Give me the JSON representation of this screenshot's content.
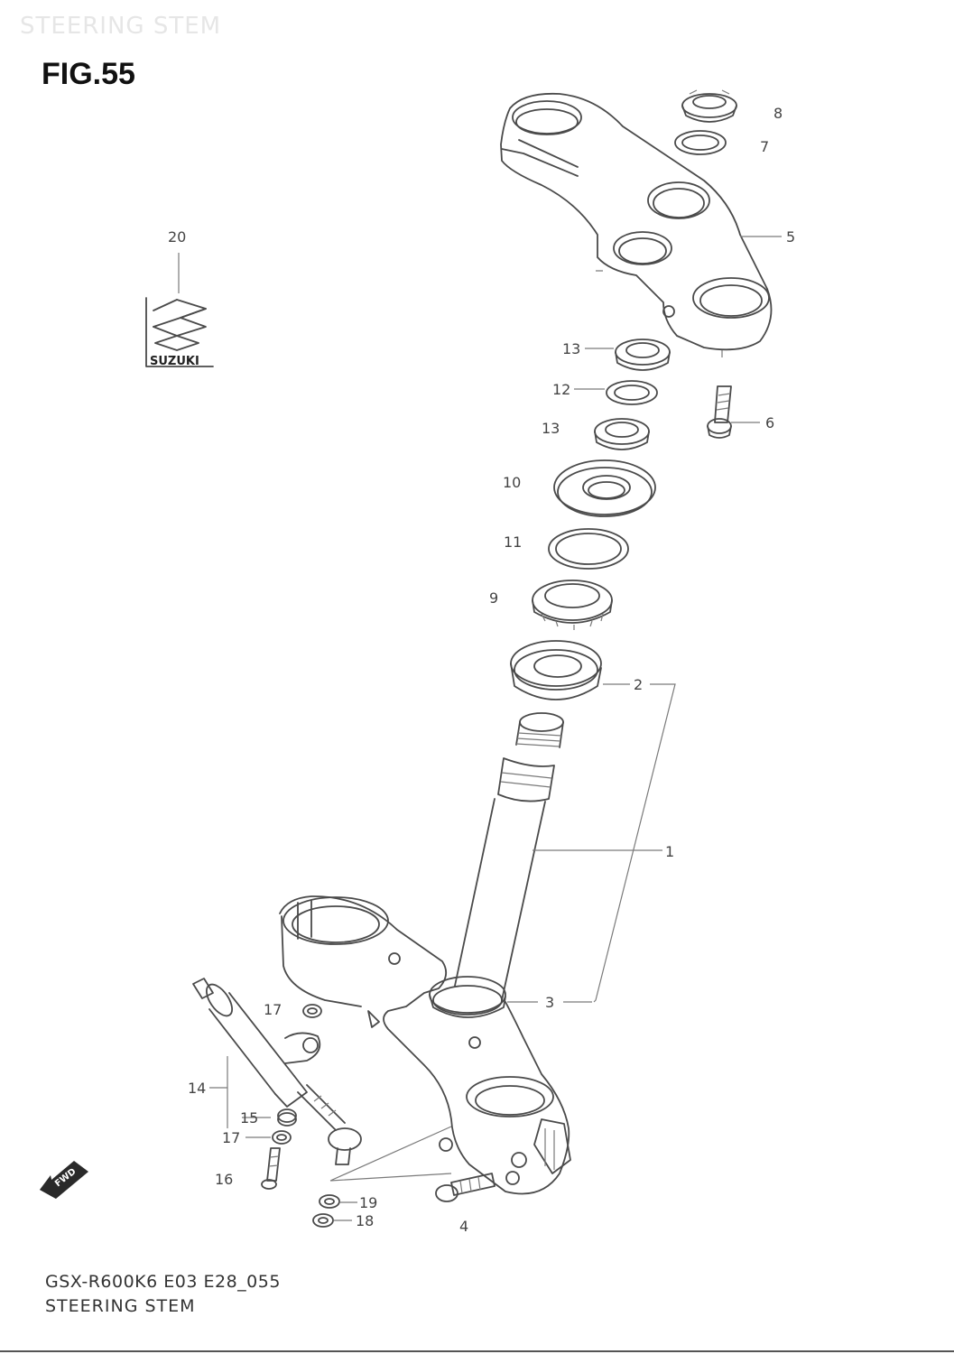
{
  "header": {
    "watermark": "STEERING STEM",
    "figure": "FIG.55"
  },
  "footer": {
    "model_code": "GSX-R600K6 E03 E28_055",
    "caption": "STEERING STEM"
  },
  "emblem": {
    "brand": "SUZUKI",
    "icon": "suzuki-s-logo-icon"
  },
  "fwd_icon": "fwd-arrow-icon",
  "callouts": [
    {
      "id": "c1",
      "text": "1"
    },
    {
      "id": "c2",
      "text": "2"
    },
    {
      "id": "c3",
      "text": "3"
    },
    {
      "id": "c4",
      "text": "4"
    },
    {
      "id": "c5",
      "text": "5"
    },
    {
      "id": "c6",
      "text": "6"
    },
    {
      "id": "c7",
      "text": "7"
    },
    {
      "id": "c8",
      "text": "8"
    },
    {
      "id": "c9",
      "text": "9"
    },
    {
      "id": "c10",
      "text": "10"
    },
    {
      "id": "c11",
      "text": "11"
    },
    {
      "id": "c12",
      "text": "12"
    },
    {
      "id": "c13a",
      "text": "13"
    },
    {
      "id": "c13b",
      "text": "13"
    },
    {
      "id": "c14",
      "text": "14"
    },
    {
      "id": "c15",
      "text": "15"
    },
    {
      "id": "c16",
      "text": "16"
    },
    {
      "id": "c17a",
      "text": "17"
    },
    {
      "id": "c17b",
      "text": "17"
    },
    {
      "id": "c18",
      "text": "18"
    },
    {
      "id": "c19",
      "text": "19"
    },
    {
      "id": "c20",
      "text": "20"
    }
  ]
}
